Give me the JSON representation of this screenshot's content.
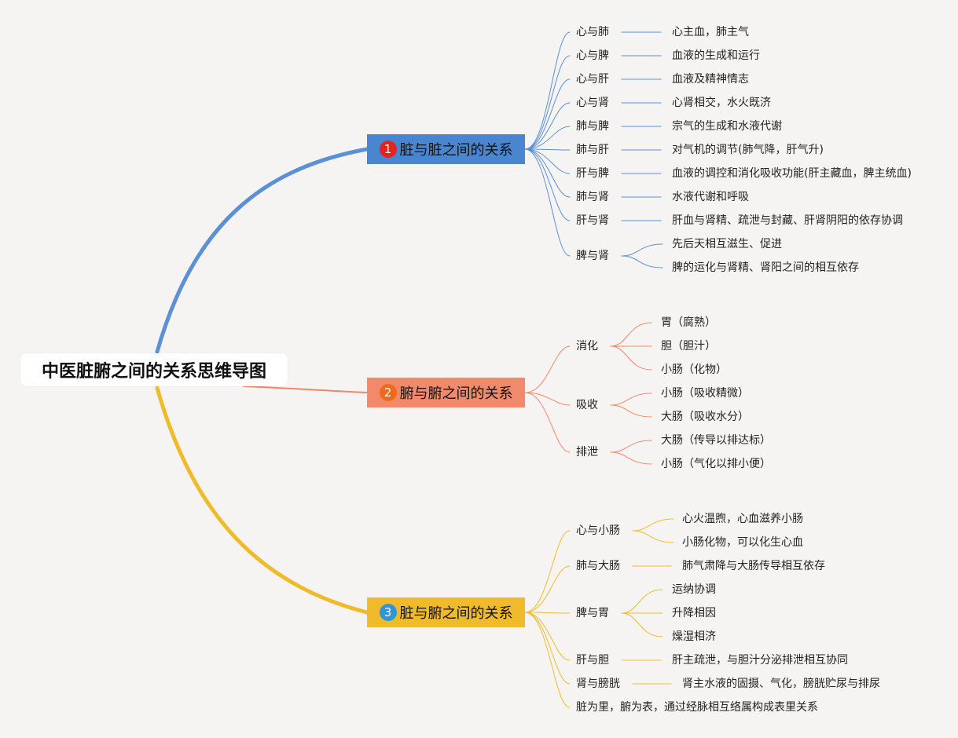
{
  "root": {
    "title": "中医脏腑之间的关系思维导图"
  },
  "colors": {
    "background": "#f6f4f2",
    "branch1": "#4a86d0",
    "branch1_line": "#5b8fd6",
    "branch2": "#f08a6a",
    "branch2_line": "#f2866a",
    "branch3": "#f0bb2a",
    "branch3_line": "#f0bb2a",
    "badge1": "#e0261e",
    "badge2": "#f06a1e",
    "badge3": "#2d95d8"
  },
  "branches": [
    {
      "number": "1",
      "label": "脏与脏之间的关系",
      "children": [
        {
          "label": "心与肺",
          "details": [
            "心主血，肺主气"
          ]
        },
        {
          "label": "心与脾",
          "details": [
            "血液的生成和运行"
          ]
        },
        {
          "label": "心与肝",
          "details": [
            "血液及精神情志"
          ]
        },
        {
          "label": "心与肾",
          "details": [
            "心肾相交，水火既济"
          ]
        },
        {
          "label": "肺与脾",
          "details": [
            "宗气的生成和水液代谢"
          ]
        },
        {
          "label": "肺与肝",
          "details": [
            "对气机的调节(肺气降，肝气升)"
          ]
        },
        {
          "label": "肝与脾",
          "details": [
            "血液的调控和消化吸收功能(肝主藏血，脾主统血)"
          ]
        },
        {
          "label": "肺与肾",
          "details": [
            "水液代谢和呼吸"
          ]
        },
        {
          "label": "肝与肾",
          "details": [
            "肝血与肾精、疏泄与封藏、肝肾阴阳的依存协调"
          ]
        },
        {
          "label": "脾与肾",
          "details": [
            "先后天相互滋生、促进",
            "脾的运化与肾精、肾阳之间的相互依存"
          ]
        }
      ]
    },
    {
      "number": "2",
      "label": "腑与腑之间的关系",
      "children": [
        {
          "label": "消化",
          "details": [
            "胃（腐熟）",
            "胆（胆汁）",
            "小肠（化物）"
          ]
        },
        {
          "label": "吸收",
          "details": [
            "小肠（吸收精微）",
            "大肠（吸收水分）"
          ]
        },
        {
          "label": "排泄",
          "details": [
            "大肠（传导以排达标）",
            "小肠（气化以排小便）"
          ]
        }
      ]
    },
    {
      "number": "3",
      "label": "脏与腑之间的关系",
      "children": [
        {
          "label": "心与小肠",
          "details": [
            "心火温煦，心血滋养小肠",
            "小肠化物，可以化生心血"
          ]
        },
        {
          "label": "肺与大肠",
          "details": [
            "肺气肃降与大肠传导相互依存"
          ]
        },
        {
          "label": "脾与胃",
          "details": [
            "运纳协调",
            "升降相因",
            "燥湿相济"
          ]
        },
        {
          "label": "肝与胆",
          "details": [
            "肝主疏泄，与胆汁分泌排泄相互协同"
          ]
        },
        {
          "label": "肾与膀胱",
          "details": [
            "肾主水液的固摄、气化，膀胱贮尿与排尿"
          ]
        },
        {
          "label": "脏为里，腑为表，通过经脉相互络属构成表里关系",
          "details": []
        }
      ]
    }
  ]
}
